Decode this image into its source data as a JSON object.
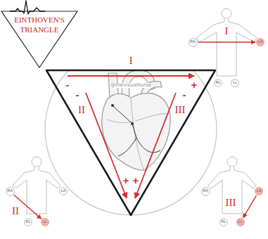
{
  "diagram": {
    "title": "EINTHOVEN'S TRIANGLE",
    "nodes": [
      {
        "text": [
          "RA"
        ]
      },
      {
        "text": [
          "LA"
        ]
      },
      {
        "text": [
          "RL"
        ]
      },
      {
        "text": [
          "LL"
        ]
      },
      {
        "text": [
          "RA"
        ]
      },
      {
        "text": [
          "LA"
        ]
      },
      {
        "text": [
          "RL"
        ]
      },
      {
        "text": [
          "LL"
        ]
      },
      {
        "text": [
          "RA"
        ]
      },
      {
        "text": [
          "LA"
        ]
      },
      {
        "text": [
          "RL"
        ]
      },
      {
        "text": [
          "LL"
        ]
      }
    ],
    "edges": [
      {
        "from": 0,
        "to": 1,
        "arrow": "to",
        "label": "I"
      },
      {
        "from": 4,
        "to": 7,
        "arrow": "to",
        "label": "II"
      },
      {
        "from": 9,
        "to": 11,
        "arrow": "to",
        "label": "III"
      }
    ],
    "labels": [
      "I",
      "-",
      "+",
      "@thevisualnurse",
      "-",
      "-",
      "II",
      "III",
      "+",
      "+"
    ]
  }
}
